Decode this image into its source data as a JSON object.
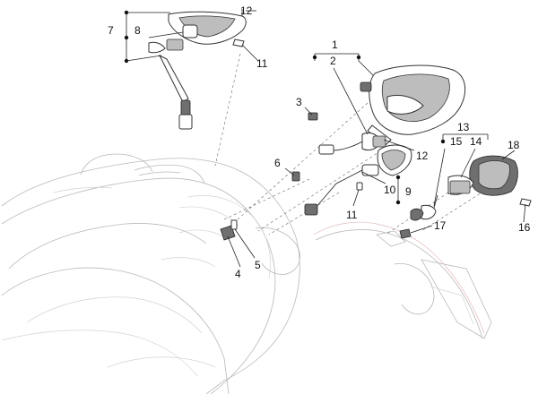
{
  "callouts": {
    "c1": "1",
    "c2": "2",
    "c3": "3",
    "c4": "4",
    "c5": "5",
    "c6": "6",
    "c7": "7",
    "c8": "8",
    "c9": "9",
    "c10": "10",
    "c11a": "11",
    "c11b": "11",
    "c12a": "12",
    "c12b": "12",
    "c13": "13",
    "c14": "14",
    "c15": "15",
    "c16": "16",
    "c17": "17",
    "c18": "18"
  },
  "colors": {
    "outline": "#b9b9b9",
    "ink": "#111111",
    "accent_red": "#e3bcbc"
  }
}
